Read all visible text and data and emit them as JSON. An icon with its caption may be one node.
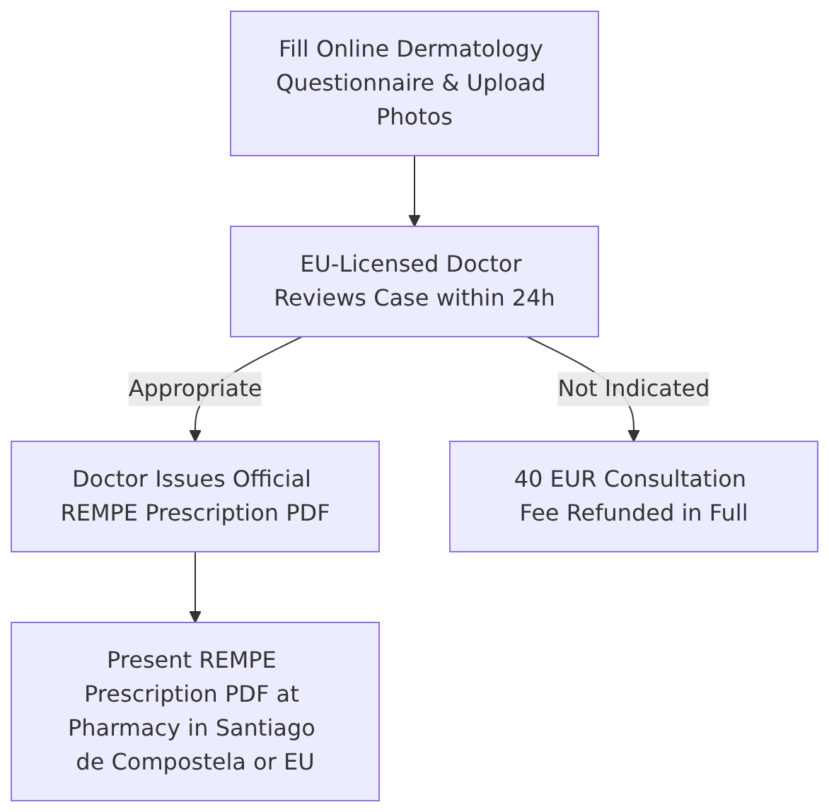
{
  "diagram": {
    "nodes": [
      {
        "text": [
          "Fill Online Dermatology Questionnaire & Upload Photos"
        ]
      },
      {
        "text": [
          "EU-Licensed Doctor Reviews Case within 24h"
        ]
      },
      {
        "text": [
          "Doctor Issues Official REMPE Prescription PDF"
        ]
      },
      {
        "text": [
          "40 EUR Consultation Fee Refunded in Full"
        ]
      },
      {
        "text": [
          "Present REMPE Prescription PDF at Pharmacy in Santiago de Compostela or EU"
        ]
      }
    ],
    "edges": [
      {
        "from": 0,
        "to": 1,
        "arrow": "to"
      },
      {
        "from": 1,
        "to": 2,
        "label": "Appropriate",
        "arrow": "to"
      },
      {
        "from": 1,
        "to": 3,
        "label": "Not Indicated",
        "arrow": "to"
      },
      {
        "from": 2,
        "to": 4,
        "arrow": "to"
      }
    ]
  }
}
